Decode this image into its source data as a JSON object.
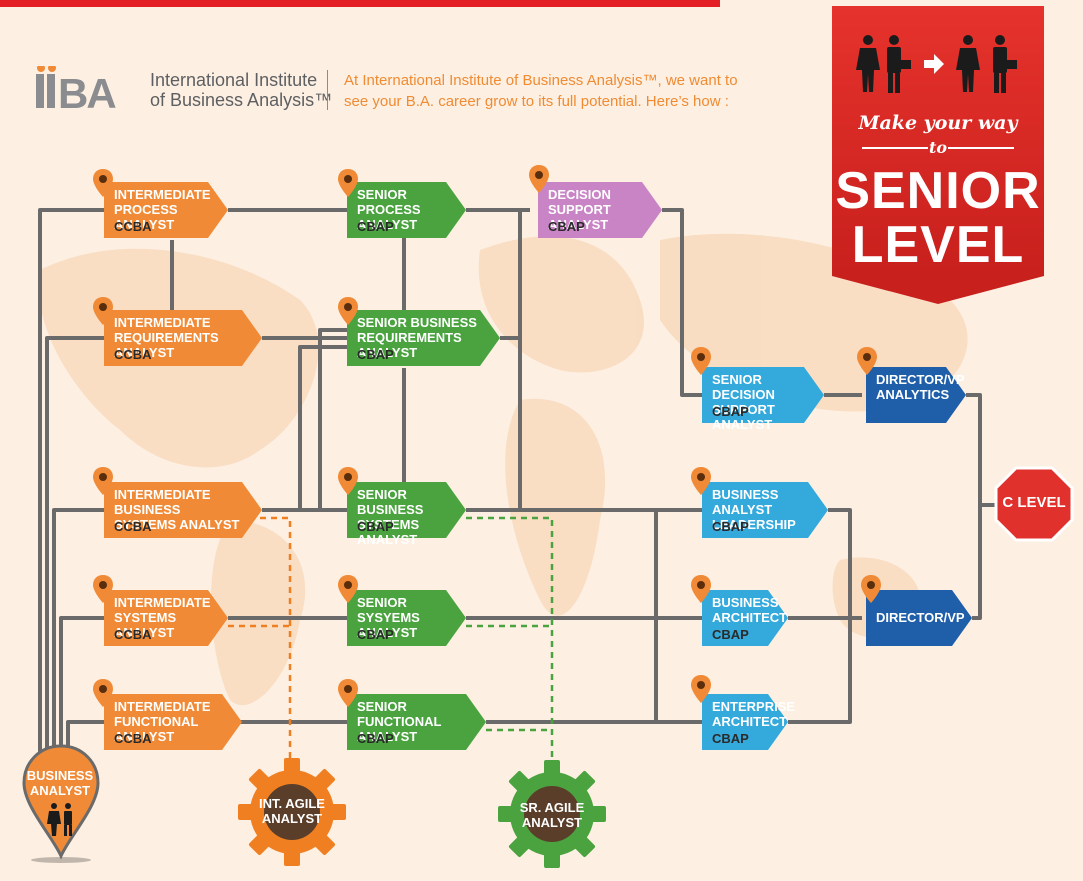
{
  "header": {
    "logo": "IIBA",
    "org_line1": "International Institute",
    "org_line2": "of Business Analysis™",
    "tagline": "At International Institute of Business Analysis™, we want to see your B.A. career grow to its full potential. Here’s how :"
  },
  "banner": {
    "line1": "Make your way",
    "line2": "to",
    "line3": "SENIOR",
    "line4": "LEVEL",
    "color": "#d42a24"
  },
  "colors": {
    "intermediate": "#f08a36",
    "senior": "#4aa33f",
    "decision": "#c884c5",
    "advanced": "#34a9dc",
    "director": "#1f5ea9",
    "clevel": "#e0312d",
    "agile_int": "#f07f22",
    "agile_sr": "#4aa33f",
    "pin": "#f08a36",
    "wire": "#6a6a6a"
  },
  "nodes": {
    "int_process": {
      "title": "Intermediate\nProcess Analyst",
      "cert": "CCBA"
    },
    "int_requirements": {
      "title": "Intermediate\nRequirements Analyst",
      "cert": "CCBA"
    },
    "int_bsys": {
      "title": "Intermediate Business\nSystems Analyst",
      "cert": "CCBA"
    },
    "int_systems": {
      "title": "Intermediate\nSystems Analyst",
      "cert": "CCBA"
    },
    "int_functional": {
      "title": "Intermediate\nFunctional Analyst",
      "cert": "CCBA"
    },
    "sr_process": {
      "title": "Senior Process\nAnalyst",
      "cert": "CBAP"
    },
    "sr_requirements": {
      "title": "Senior Business\nRequirements Analyst",
      "cert": "CBAP"
    },
    "sr_bsys": {
      "title": "Senior Business\nSystems Analyst",
      "cert": "CBAP"
    },
    "sr_systems": {
      "title": "Senior Sysyems\n Analyst",
      "cert": "CBAP"
    },
    "sr_functional": {
      "title": "Senior Functional\nAnalyst",
      "cert": "CBAP"
    },
    "decision_support": {
      "title": "Decision\nSupport Analyst",
      "cert": "CBAP"
    },
    "sr_decision": {
      "title": "Senior Decision\nSupport Analyst",
      "cert": "CBAP"
    },
    "ba_leadership": {
      "title": "Business Analyst\nLeadership",
      "cert": "CBAP"
    },
    "bus_architect": {
      "title": "Business\nArchitect",
      "cert": "CBAP"
    },
    "ent_architect": {
      "title": "Enterprise\nArchitect",
      "cert": "CBAP"
    },
    "director_analytics": {
      "title": "Director/VP\nAnalytics",
      "cert": ""
    },
    "director_vp": {
      "title": "Director/VP",
      "cert": ""
    }
  },
  "clevel": "C LEVEL",
  "start": "BUSINESS\nANALYST",
  "agile": {
    "intermediate": "INT. AGILE\nANALYST",
    "senior": "SR. AGILE\nANALYST"
  }
}
